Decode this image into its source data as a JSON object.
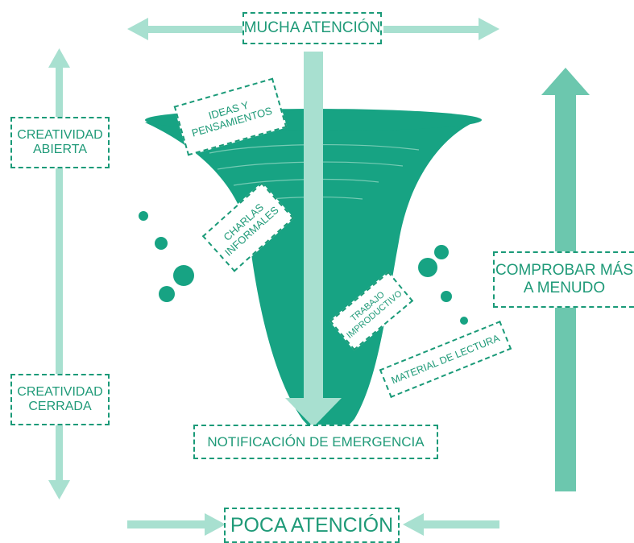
{
  "colors": {
    "funnel": "#17a383",
    "pale_arrow": "#a8e0d0",
    "mid_arrow": "#6cc7ae",
    "text": "#1f9a78",
    "border": "#1a9a78"
  },
  "labels": {
    "top": "MUCHA ATENCIÓN",
    "bottom": "POCA ATENCIÓN",
    "left_top_line1": "CREATIVIDAD",
    "left_top_line2": "ABIERTA",
    "left_bottom_line1": "CREATIVIDAD",
    "left_bottom_line2": "CERRADA",
    "right_line1": "COMPROBAR MÁS",
    "right_line2": "A MENUDO",
    "ideas_line1": "IDEAS Y",
    "ideas_line2": "PENSAMIENTOS",
    "charlas_line1": "CHARLAS",
    "charlas_line2": "INFORMALES",
    "trabajo_line1": "TRABAJO",
    "trabajo_line2": "IMPRODUCTIVO",
    "material": "MATERIAL DE LECTURA",
    "emergencia": "NOTIFICACIÓN DE EMERGENCIA"
  },
  "icons": [
    "funnel",
    "arrow",
    "bubble"
  ]
}
